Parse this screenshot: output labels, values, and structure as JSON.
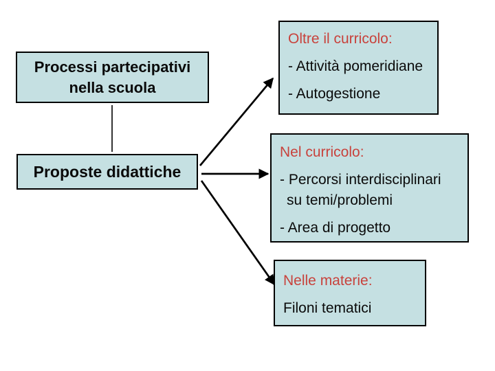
{
  "slide": {
    "background": "#ffffff",
    "colors": {
      "box_fill": "#c5e0e2",
      "box_border": "#000000",
      "title_red": "#c8423c",
      "text_black": "#0a0a0a"
    },
    "boxes": {
      "processi": {
        "line1": "Processi partecipativi",
        "line2": "nella scuola"
      },
      "proposte": {
        "label": "Proposte didattiche"
      },
      "oltre": {
        "title": "Oltre il curricolo:",
        "items": [
          "- Attività pomeridiane",
          "- Autogestione"
        ]
      },
      "nel": {
        "title": "Nel curricolo:",
        "items": [
          "- Percorsi interdisciplinari",
          "su temi/problemi",
          "- Area di progetto"
        ]
      },
      "materie": {
        "title": "Nelle materie:",
        "items": [
          "Filoni tematici"
        ]
      }
    },
    "connections": [
      {
        "from": "processi-box",
        "to": "proposte-box",
        "style": "plain-line"
      },
      {
        "from": "proposte-box",
        "to": "oltre-box",
        "style": "arrow"
      },
      {
        "from": "proposte-box",
        "to": "nel-box",
        "style": "arrow"
      },
      {
        "from": "proposte-box",
        "to": "materie-box",
        "style": "arrow"
      }
    ]
  }
}
